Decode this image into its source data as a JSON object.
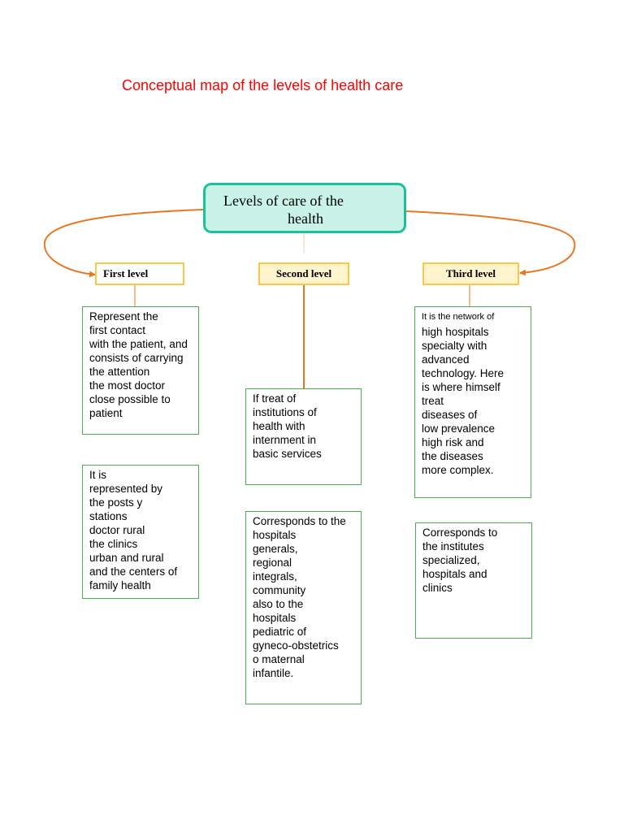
{
  "title": {
    "bullet": "",
    "text": "Conceptual map of the levels of health care"
  },
  "central": {
    "line1": "Levels of care of the",
    "line2": "health"
  },
  "levels": {
    "first": "First level",
    "second": "Second level",
    "third": "Third level"
  },
  "boxes": {
    "first_a": [
      "Represent the",
      "first contact",
      "with the patient, and",
      "consists of carrying",
      "the attention",
      "the most doctor",
      "close possible to",
      "patient"
    ],
    "first_b": [
      "It is",
      "represented by",
      "the posts y",
      "stations",
      "doctor rural",
      "the clinics",
      "urban and rural",
      "and the centers of",
      "family health"
    ],
    "second_a": [
      "If treat of",
      "institutions of",
      "health with",
      "internment in",
      "basic services"
    ],
    "second_b": [
      "Corresponds to the",
      "hospitals",
      "generals,",
      "regional",
      "integrals,",
      "community",
      "also to the",
      "hospitals",
      "pediatric of",
      "gyneco-obstetrics",
      "o maternal",
      "infantile."
    ],
    "third_a": [
      "It is the network of",
      "high hospitals",
      "specialty with",
      "advanced",
      "technology. Here",
      "is where himself",
      "treat",
      "diseases of",
      "low prevalence",
      "high risk and",
      "the diseases",
      "more complex."
    ],
    "third_b": [
      "Corresponds to",
      "the institutes",
      "specialized,",
      "hospitals and",
      "clinics"
    ]
  },
  "colors": {
    "title": "#ff0000",
    "central_fill": "#c8f3e6",
    "central_border": "#18c29a",
    "level_border": "#f7c94a",
    "level_fill": "#fff4cc",
    "box_border": "#4caf50",
    "connector": "#e87722"
  }
}
